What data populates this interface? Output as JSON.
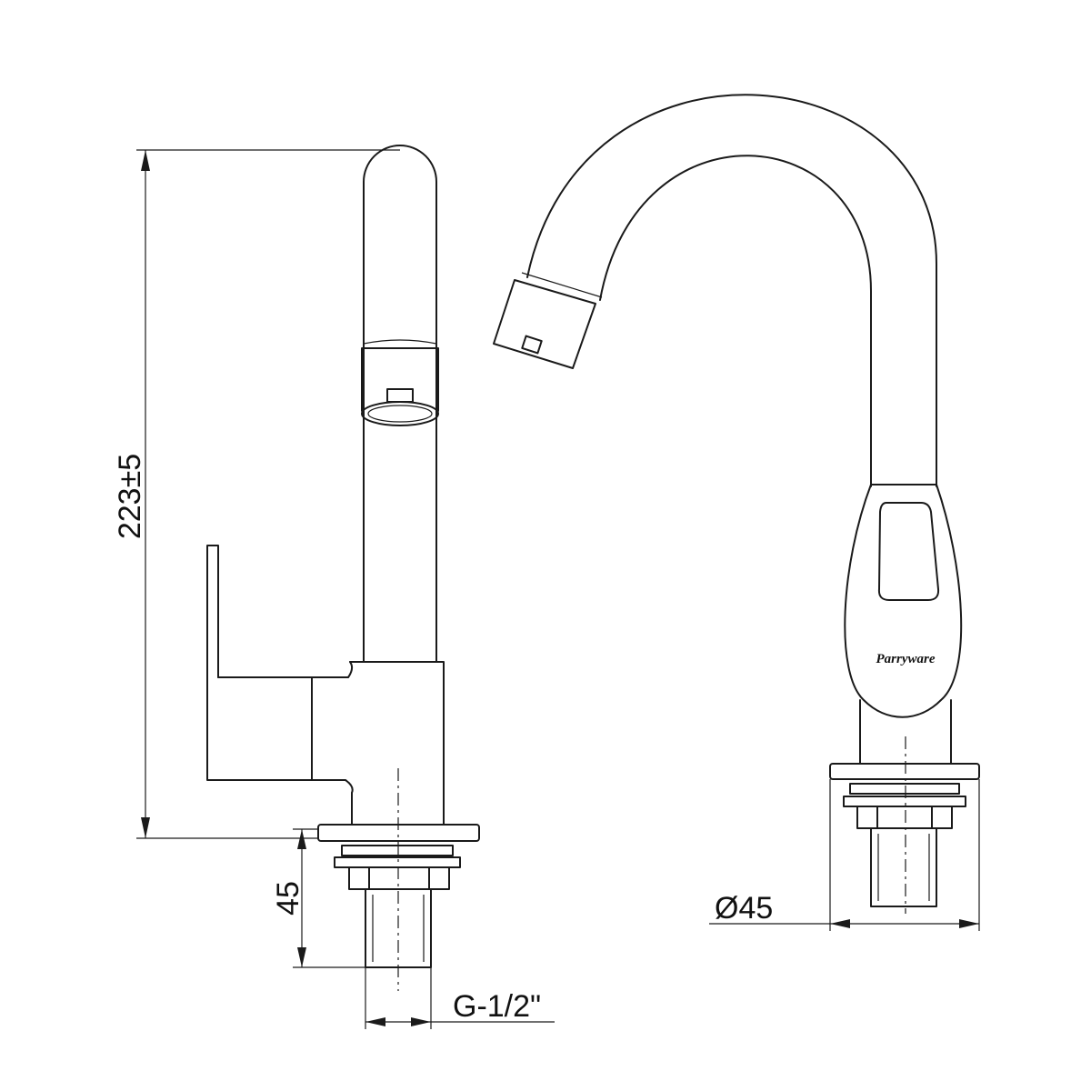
{
  "dimensions": {
    "height_label": "223±5",
    "base_height_label": "45",
    "thread_label": "G-1/2\"",
    "diameter_label": "Ø45"
  },
  "brand": {
    "logo_text": "Parryware"
  },
  "colors": {
    "line": "#1a1a1a",
    "background": "#ffffff"
  }
}
